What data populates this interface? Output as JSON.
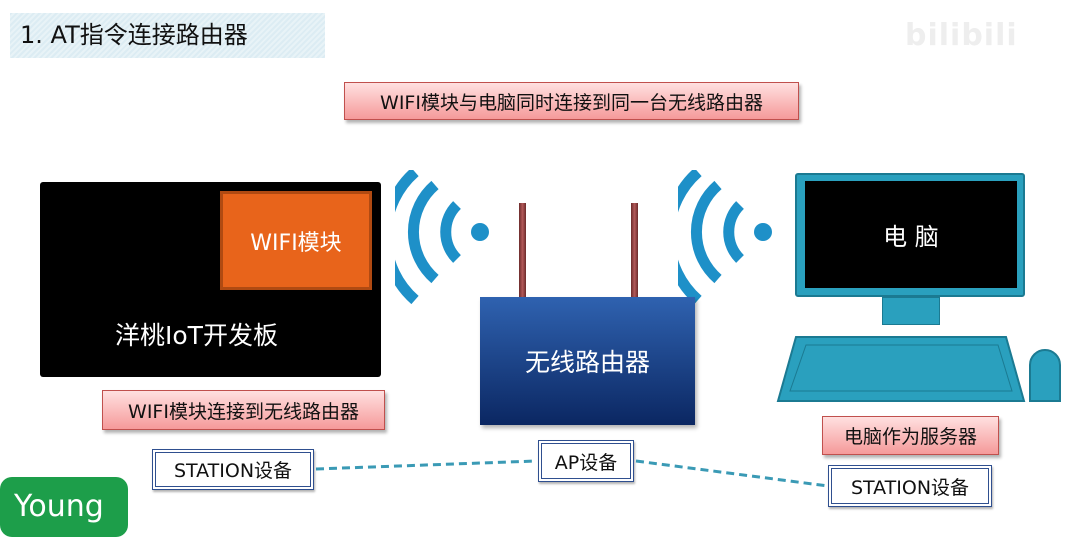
{
  "title": "1. AT指令连接路由器",
  "watermark": "bilibili",
  "banner": "WIFI模块与电脑同时连接到同一台无线路由器",
  "board": {
    "module": "WIFI模块",
    "label": "洋桃IoT开发板",
    "note": "WIFI模块连接到无线路由器",
    "role": "STATION设备"
  },
  "router": {
    "label": "无线路由器",
    "role": "AP设备"
  },
  "pc": {
    "label": "电 脑",
    "note": "电脑作为服务器",
    "role": "STATION设备"
  },
  "badge": "Young",
  "colors": {
    "wifi": "#1e90c8",
    "router": "#0b2762",
    "module": "#e8641b",
    "pc": "#2aa0be"
  }
}
